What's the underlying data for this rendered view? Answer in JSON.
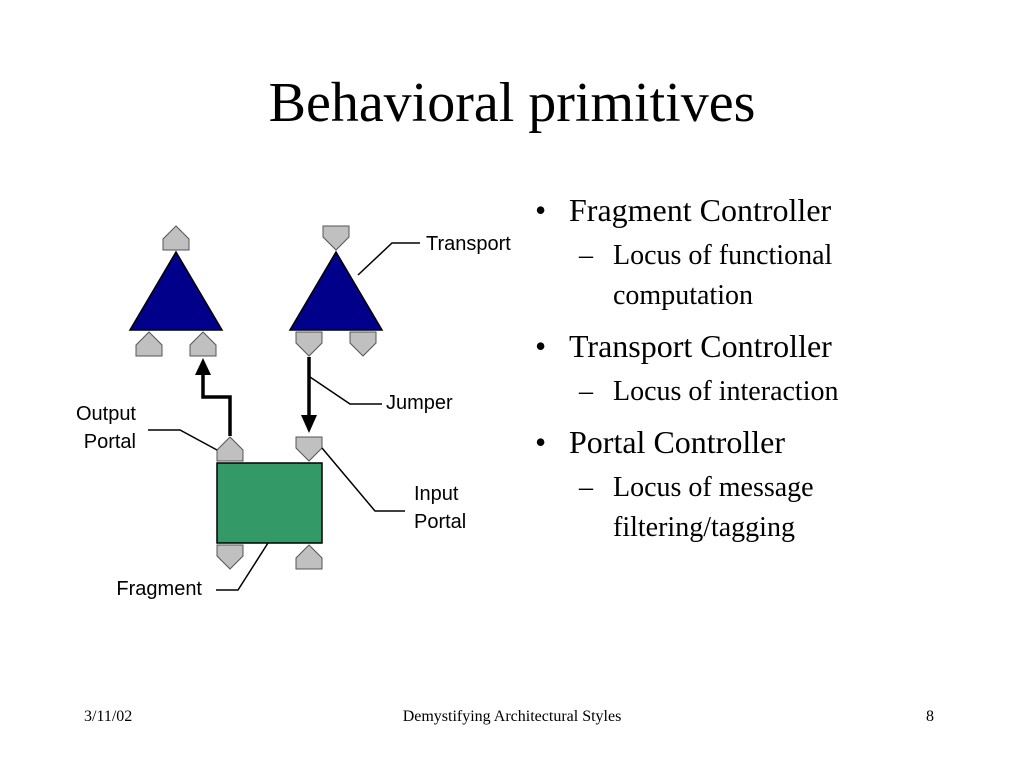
{
  "slide": {
    "title": "Behavioral primitives"
  },
  "diagram": {
    "labels": {
      "transport": "Transport",
      "jumper": "Jumper",
      "output_portal_line1": "Output",
      "output_portal_line2": "Portal",
      "input_portal_line1": "Input",
      "input_portal_line2": "Portal",
      "fragment": "Fragment"
    },
    "colors": {
      "triangle_fill": "#00008B",
      "fragment_fill": "#339966",
      "portal_fill": "#C0C0C0",
      "line": "#000000"
    }
  },
  "bullets": [
    {
      "bullet": "•",
      "text": "Fragment Controller",
      "sub": {
        "dash": "–",
        "line1": "Locus of functional",
        "line2": "computation"
      }
    },
    {
      "bullet": "•",
      "text": "Transport Controller",
      "sub": {
        "dash": "–",
        "line1": "Locus of interaction",
        "line2": ""
      }
    },
    {
      "bullet": "•",
      "text": "Portal Controller",
      "sub": {
        "dash": "–",
        "line1": "Locus of message",
        "line2": "filtering/tagging"
      }
    }
  ],
  "footer": {
    "date": "3/11/02",
    "center": "Demystifying Architectural Styles",
    "page": "8"
  }
}
